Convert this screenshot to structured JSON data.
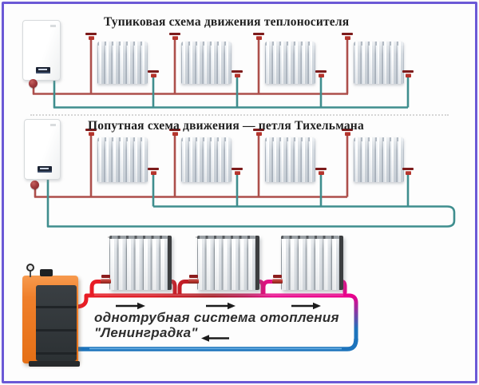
{
  "page_description": "Схемы систем отопления — three heating-system piping diagrams",
  "frame": {
    "border_color_purple": "#6b59d6"
  },
  "colors": {
    "frame-purple": "#6b59d6",
    "supply-muted": "#ad4f4b",
    "return-teal": "#3f8e8e",
    "supply-hot-red": "#e8202a",
    "supply-dark-red": "#a82028",
    "supply-pink": "#ec008c",
    "return-blue": "#1d74bc",
    "valve-red": "#b5342c",
    "valve-dark": "#7d1b1b",
    "arrow": "#1c1c1c",
    "boiler-orange": "#ef7f2b",
    "boiler-panel-dark": "#32373a"
  },
  "schemes": [
    {
      "id": "dead-end",
      "title": "Тупиковая схема движения теплоносителя",
      "radiator_count": 4,
      "supply_color": "#ad4f4b",
      "return_color": "#3f8e8e"
    },
    {
      "id": "tichelmann",
      "title": "Попутная схема движения — петля Тихельмана",
      "radiator_count": 4,
      "supply_color": "#ad4f4b",
      "return_color": "#3f8e8e"
    },
    {
      "id": "leningradka",
      "caption_line1": "однотрубная система отопления",
      "caption_line2": "\"Ленинградка\"",
      "radiator_count": 3,
      "supply_colors": [
        "#e8202a",
        "#a82028",
        "#ec008c"
      ],
      "return_color": "#1d74bc",
      "flow_arrows": {
        "supply_direction": "right",
        "return_direction": "left"
      }
    }
  ]
}
